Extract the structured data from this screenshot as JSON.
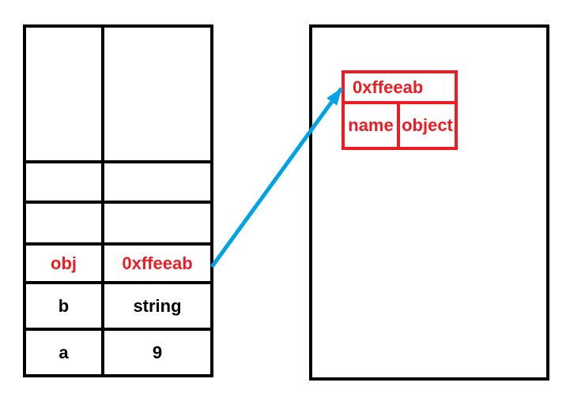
{
  "diagram": {
    "background": "#ffffff",
    "colors": {
      "line_black": "#000000",
      "accent_red": "#ed1c24",
      "arrow_blue": "#00a2e8"
    },
    "stack": {
      "rows": [
        {
          "label": "",
          "value": ""
        },
        {
          "label": "",
          "value": ""
        },
        {
          "label": "",
          "value": ""
        },
        {
          "label": "obj",
          "value": "0xffeeab",
          "highlight": true
        },
        {
          "label": "b",
          "value": "string"
        },
        {
          "label": "a",
          "value": "9"
        }
      ]
    },
    "heap": {
      "object": {
        "address": "0xffeeab",
        "cells": [
          "name",
          "object"
        ]
      }
    },
    "arrow": {
      "from_text": "0xffeeab",
      "to_text": "0xffeeab"
    }
  }
}
